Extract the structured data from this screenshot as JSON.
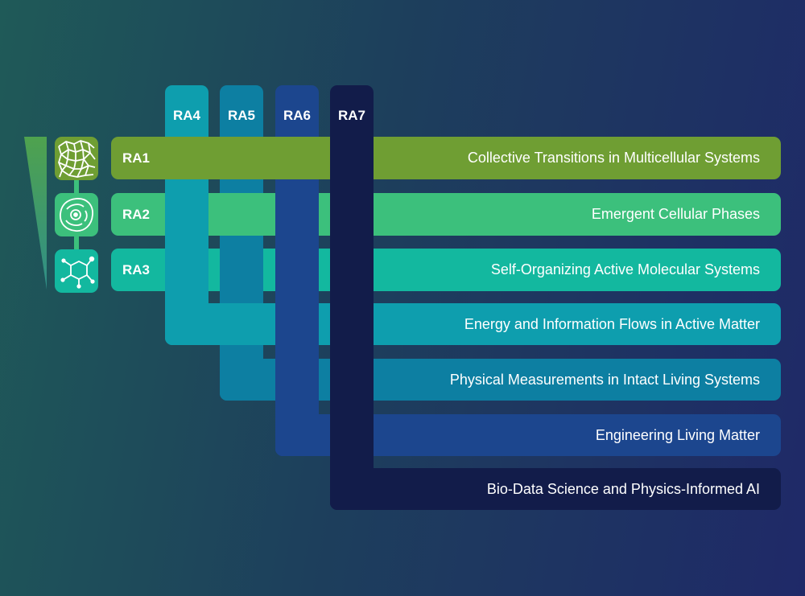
{
  "columns": [
    {
      "id": "ra4",
      "code": "RA4",
      "label": "Energy and Information Flows in Active Matter",
      "color": "#0e9eae"
    },
    {
      "id": "ra5",
      "code": "RA5",
      "label": "Physical Measurements in Intact Living Systems",
      "color": "#0d7fa2"
    },
    {
      "id": "ra6",
      "code": "RA6",
      "label": "Engineering Living Matter",
      "color": "#1c468e"
    },
    {
      "id": "ra7",
      "code": "RA7",
      "label": "Bio-Data Science and Physics-Informed AI",
      "color": "#121c4a"
    }
  ],
  "rows": [
    {
      "id": "ra1",
      "code": "RA1",
      "label": "Collective Transitions in Multicellular Systems",
      "color": "#6f9e33",
      "icon": "tissue-icon"
    },
    {
      "id": "ra2",
      "code": "RA2",
      "label": "Emergent Cellular Phases",
      "color": "#3cc07c",
      "icon": "cell-icon"
    },
    {
      "id": "ra3",
      "code": "RA3",
      "label": "Self-Organizing Active Molecular Systems",
      "color": "#13b89f",
      "icon": "molecule-icon"
    }
  ]
}
